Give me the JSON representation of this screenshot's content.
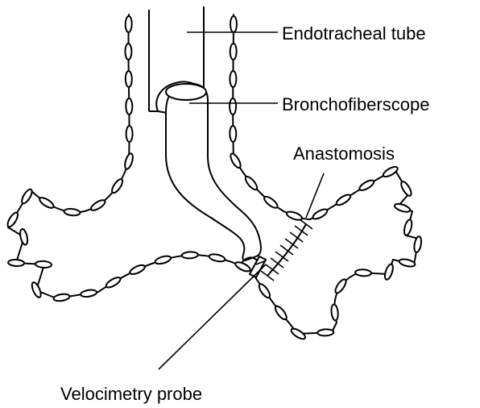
{
  "labels": {
    "endotracheal_tube": "Endotracheal tube",
    "bronchofiberscope": "Bronchofiberscope",
    "anastomosis": "Anastomosis",
    "velocimetry_probe": "Velocimetry probe"
  }
}
